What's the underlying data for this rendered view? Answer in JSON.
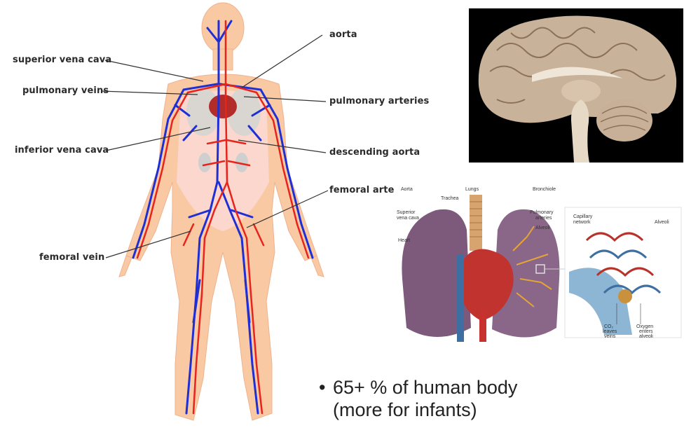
{
  "circulation_labels": {
    "aorta": "aorta",
    "superior_vena_cava": "superior vena cava",
    "pulmonary_veins": "pulmonary veins",
    "pulmonary_arteries": "pulmonary arteries",
    "inferior_vena_cava": "inferior vena cava",
    "descending_aorta": "descending aorta",
    "femoral_artery": "femoral arte",
    "femoral_vein": "femoral vein"
  },
  "lung_labels": {
    "aorta": "Aorta",
    "lungs": "Lungs",
    "bronchiole": "Bronchiole",
    "trachea": "Trachea",
    "superior_vena_cava_1": "Superior",
    "superior_vena_cava_2": "vena cava",
    "pulmonary_arteries_1": "Pulmonary",
    "pulmonary_arteries_2": "arteries",
    "alveoli": "Alveoli",
    "heart": "Heart",
    "capillary_network_1": "Capillary",
    "capillary_network_2": "network",
    "alveoli_inset": "Alveoli",
    "co2_1": "CO₂",
    "co2_2": "leaves",
    "co2_3": "veins",
    "oxygen_1": "Oxygen",
    "oxygen_2": "enters",
    "oxygen_3": "alveoli"
  },
  "bullet": {
    "line1": "65+ % of human body",
    "line2": "(more for infants)"
  },
  "colors": {
    "artery": "#e8231c",
    "vein": "#1f2fd6",
    "skin": "#f9c9a4",
    "lung": "#7d5a7c"
  }
}
